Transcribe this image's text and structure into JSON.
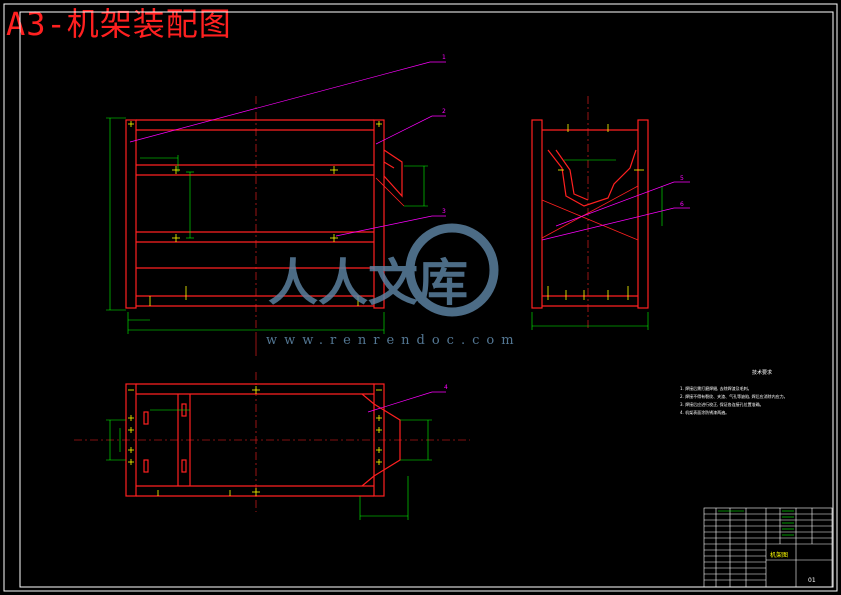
{
  "title": "A3-机架装配图",
  "watermark": {
    "brand": "人人文库",
    "url": "www.renrendoc.com"
  },
  "colors": {
    "background": "#000000",
    "frame": "#ffffff",
    "part_outline": "#ff2020",
    "leader": "#ff00ff",
    "dimension": "#00ff00",
    "marker": "#ffff00",
    "watermark": "#5d84a4"
  },
  "part_callouts": [
    "1",
    "2",
    "3",
    "4",
    "5",
    "6"
  ],
  "technical_requirements": {
    "title": "技术要求",
    "items": [
      "1. 焊接后需打磨焊缝, 去除焊渣及毛刺。",
      "2. 焊接不得有裂纹、夹渣、气孔等缺陷, 焊后应消除内应力。",
      "3. 焊接后应进行校正, 保证各连接孔位置准确。",
      "4. 机架表面涂防锈漆两遍。"
    ]
  },
  "title_block": {
    "drawing_name": "机架图",
    "sheet": "01"
  }
}
